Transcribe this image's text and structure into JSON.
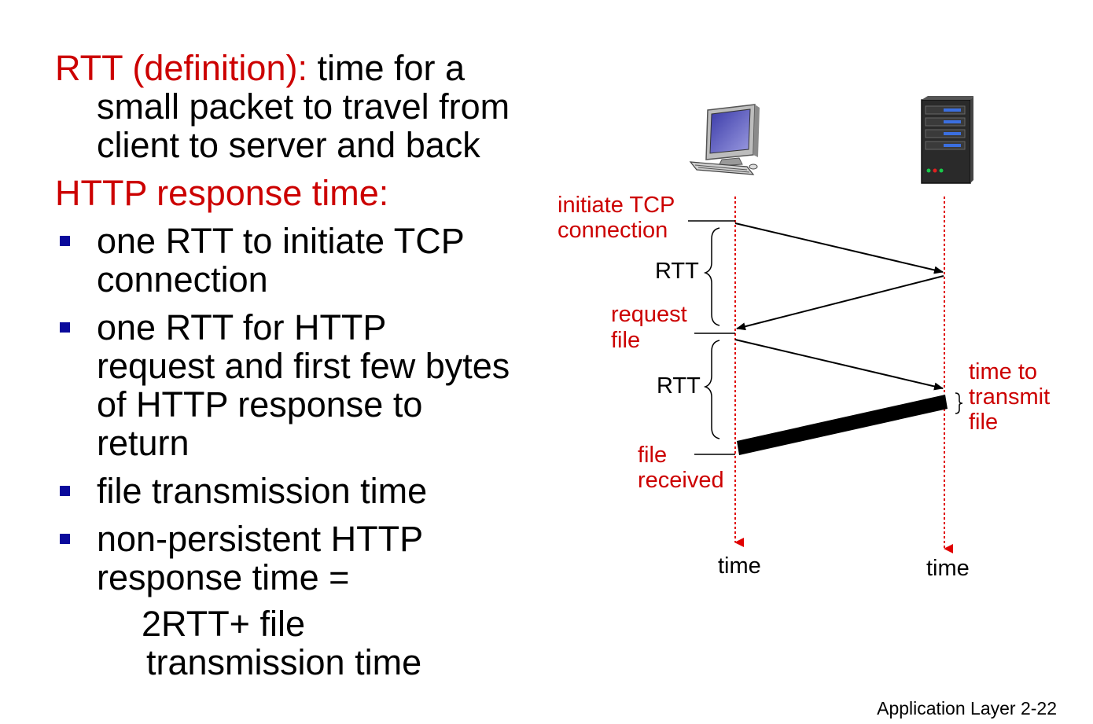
{
  "left": {
    "rtt_def_label": "RTT (definition):",
    "rtt_def_line1_rest": " time for a",
    "rtt_def_line2": "small packet to travel from",
    "rtt_def_line3": "client to server and back",
    "http_response_heading": "HTTP response time:",
    "bullets": [
      {
        "lines": [
          "one RTT to initiate TCP",
          "connection"
        ]
      },
      {
        "lines": [
          "one RTT for HTTP",
          "request and first few bytes",
          "of HTTP response to",
          "return"
        ]
      },
      {
        "lines": [
          "file transmission time"
        ]
      },
      {
        "lines": [
          "non-persistent HTTP",
          "response time ="
        ]
      }
    ],
    "formula_line1": "2RTT+ file",
    "formula_line2": "transmission  time"
  },
  "diagram": {
    "labels": {
      "initiate_tcp_1": "initiate TCP",
      "initiate_tcp_2": "connection",
      "rtt_1": "RTT",
      "request_file_1": "request",
      "request_file_2": "file",
      "rtt_2": "RTT",
      "time_to_transmit_1": "time to",
      "time_to_transmit_2": "transmit",
      "time_to_transmit_3": "file",
      "file_received_1": "file",
      "file_received_2": "received",
      "client_time": "time",
      "server_time": "time"
    },
    "colors": {
      "label_red": "#cc0000",
      "timeline_red": "#e00000",
      "arrow": "#000000"
    },
    "icons": {
      "client": "desktop-computer-icon",
      "server": "server-tower-icon"
    }
  },
  "footer": {
    "text": "Application Layer 2-22"
  }
}
